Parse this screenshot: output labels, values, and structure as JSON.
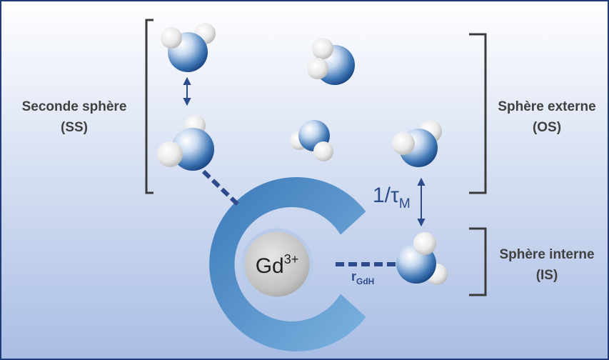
{
  "labels": {
    "second_sphere": "Seconde sphère",
    "second_sphere_abbr": "(SS)",
    "outer_sphere": "Sphère externe",
    "outer_sphere_abbr": "(OS)",
    "inner_sphere": "Sphère interne",
    "inner_sphere_abbr": "(IS)",
    "metal_base": "Gd",
    "metal_charge": "3+",
    "rate_prefix": "1/",
    "rate_tau": "τ",
    "rate_subscript": "M",
    "distance_base": "r",
    "distance_subscript": "GdH"
  },
  "colors": {
    "background_top": "#ffffff",
    "background_bottom": "#a9bde4",
    "frame": "#1f3b7a",
    "ligand": "#4e86c2",
    "bracket": "#3a3a3a",
    "arrow": "#2c4a8c",
    "text": "#404040"
  },
  "molecules": [
    "water-molecule"
  ]
}
